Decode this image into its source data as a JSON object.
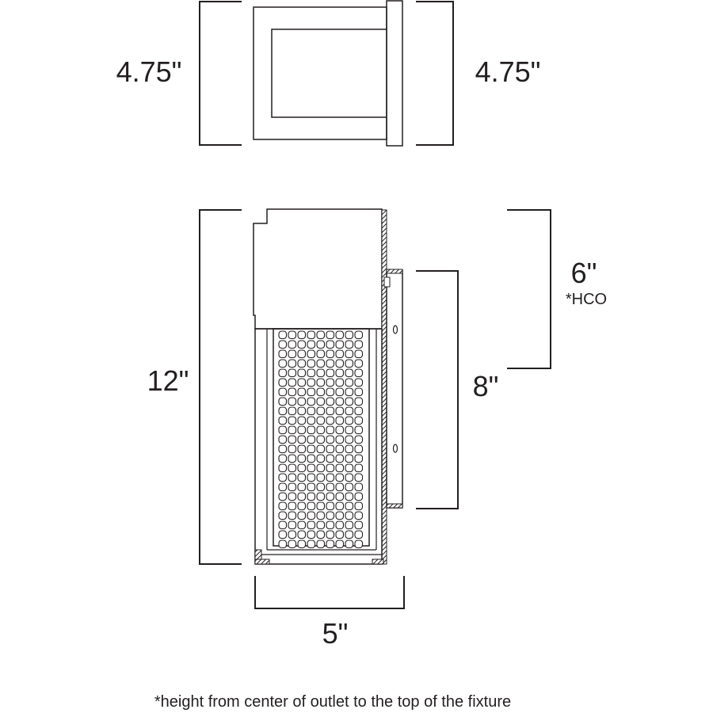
{
  "title": "Fixture dimension drawing",
  "top_view": {
    "depth_left_label": "4.75\"",
    "depth_right_label": "4.75\""
  },
  "front_view": {
    "height_label": "12\"",
    "backplate_height_label": "8\"",
    "hco_label": "6\"",
    "hco_note_marker": "*HCO",
    "width_label": "5\""
  },
  "footnote": "*height from center of outlet to the top of the fixture",
  "colors": {
    "line": "#231f20",
    "background": "#ffffff"
  }
}
